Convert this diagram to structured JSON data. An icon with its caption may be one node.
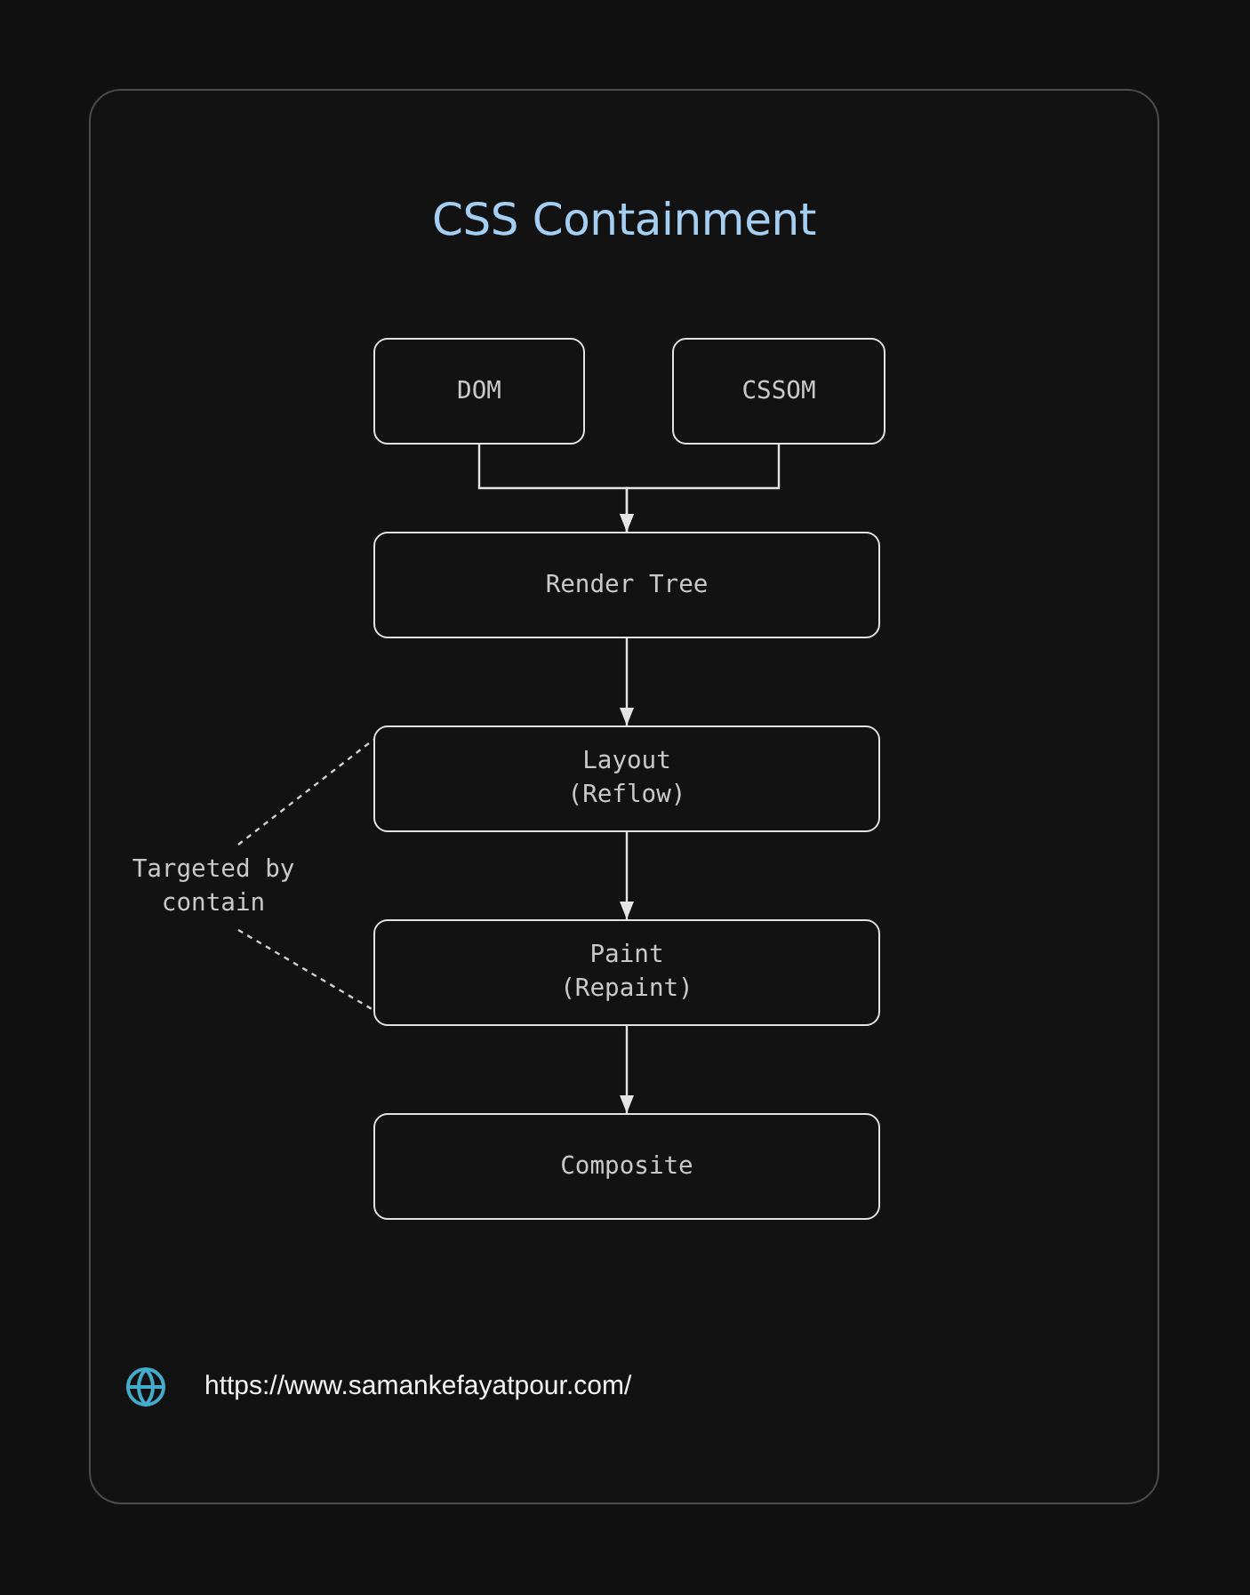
{
  "diagram": {
    "title": "CSS Containment",
    "nodes": [
      {
        "text": [
          "DOM"
        ]
      },
      {
        "text": [
          "CSSOM"
        ]
      },
      {
        "text": [
          "Render Tree"
        ]
      },
      {
        "text": [
          "Layout",
          "(Reflow)"
        ]
      },
      {
        "text": [
          "Paint",
          "(Repaint)"
        ]
      },
      {
        "text": [
          "Composite"
        ]
      },
      {
        "text": [
          "Targeted by contain"
        ]
      }
    ],
    "edges": [
      {
        "from": 0,
        "to": 2,
        "arrow": "to"
      },
      {
        "from": 1,
        "to": 2,
        "arrow": "to"
      },
      {
        "from": 2,
        "to": 3,
        "arrow": "to"
      },
      {
        "from": 3,
        "to": 4,
        "arrow": "to"
      },
      {
        "from": 4,
        "to": 5,
        "arrow": "to"
      },
      {
        "from": 6,
        "to": 3,
        "arrow": "none",
        "style": "dashed"
      },
      {
        "from": 6,
        "to": 4,
        "arrow": "none",
        "style": "dashed"
      }
    ],
    "labels": [
      "https://www.samankefayatpour.com/"
    ]
  }
}
